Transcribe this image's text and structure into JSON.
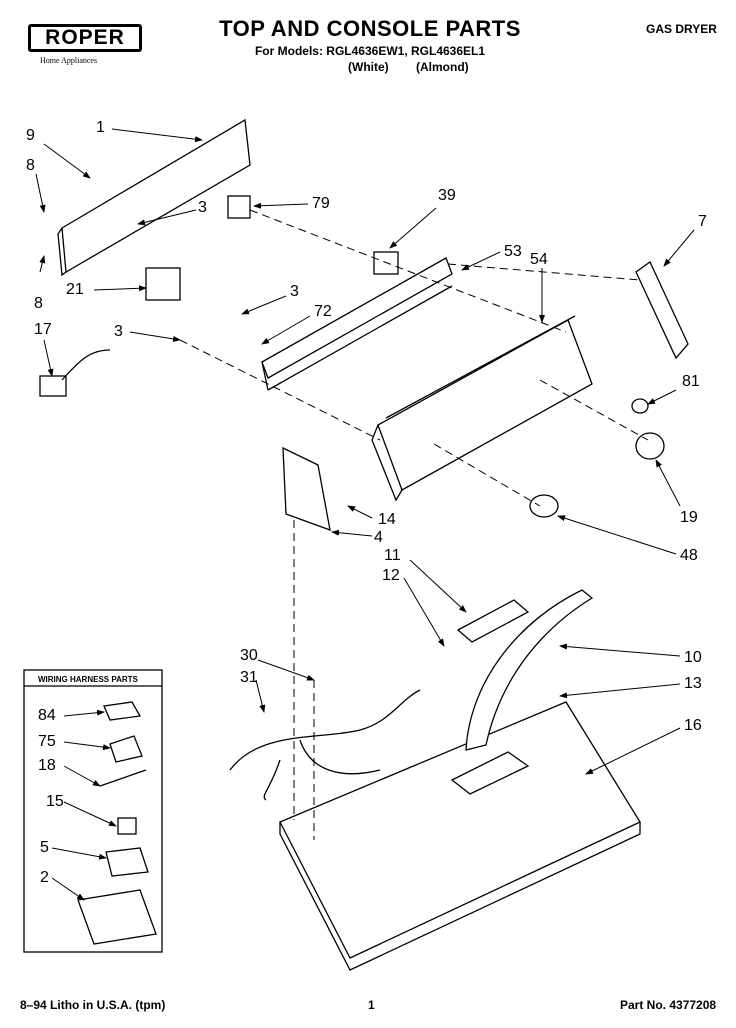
{
  "header": {
    "brand": "ROPER",
    "brand_sub": "Home Appliances",
    "title": "TOP AND CONSOLE PARTS",
    "models_line": "For Models: RGL4636EW1, RGL4636EL1",
    "variant_white": "(White)",
    "variant_almond": "(Almond)",
    "product": "GAS DRYER"
  },
  "inset": {
    "title": "WIRING HARNESS PARTS"
  },
  "labels": {
    "p1": "1",
    "p9": "9",
    "p8a": "8",
    "p3a": "3",
    "p79": "79",
    "p39": "39",
    "p7": "7",
    "p21": "21",
    "p8b": "8",
    "p53": "53",
    "p54": "54",
    "p3b": "3",
    "p72": "72",
    "p17": "17",
    "p3c": "3",
    "p81": "81",
    "p19": "19",
    "p14": "14",
    "p4": "4",
    "p48": "48",
    "p11": "11",
    "p12": "12",
    "p30": "30",
    "p10": "10",
    "p31": "31",
    "p13": "13",
    "p16": "16",
    "p84": "84",
    "p75": "75",
    "p18": "18",
    "p15": "15",
    "p5": "5",
    "p2": "2"
  },
  "footer": {
    "litho": "8–94 Litho in U.S.A. (tpm)",
    "page": "1",
    "part_no": "Part No. 4377208"
  }
}
